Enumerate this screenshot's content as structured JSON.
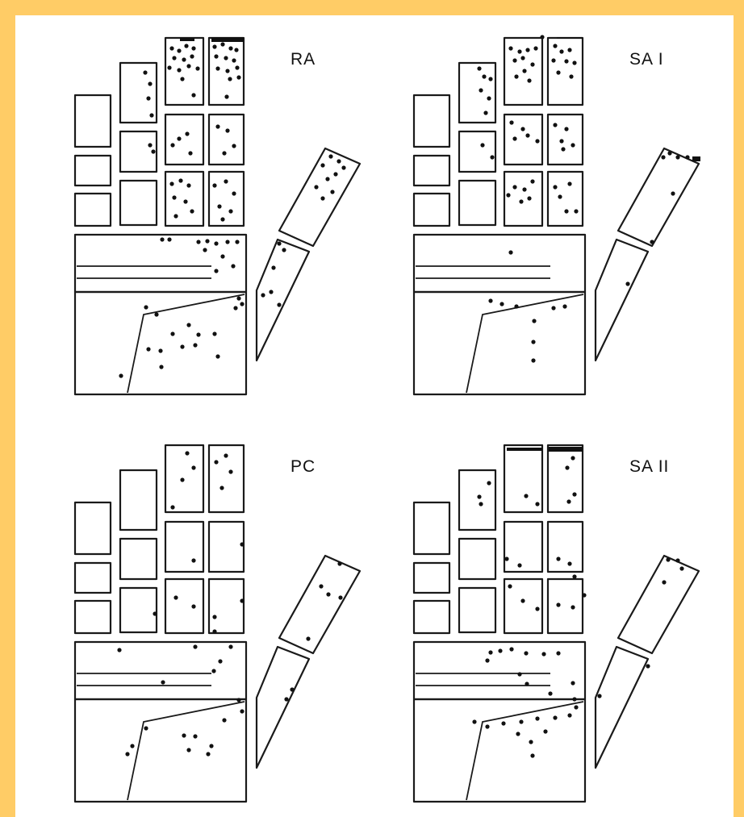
{
  "figure": {
    "background": "#ffcc66",
    "panels": [
      {
        "key": "ra",
        "label": "RA"
      },
      {
        "key": "sa1",
        "label": "SA I"
      },
      {
        "key": "pc",
        "label": "PC"
      },
      {
        "key": "sa2",
        "label": "SA II"
      }
    ]
  }
}
